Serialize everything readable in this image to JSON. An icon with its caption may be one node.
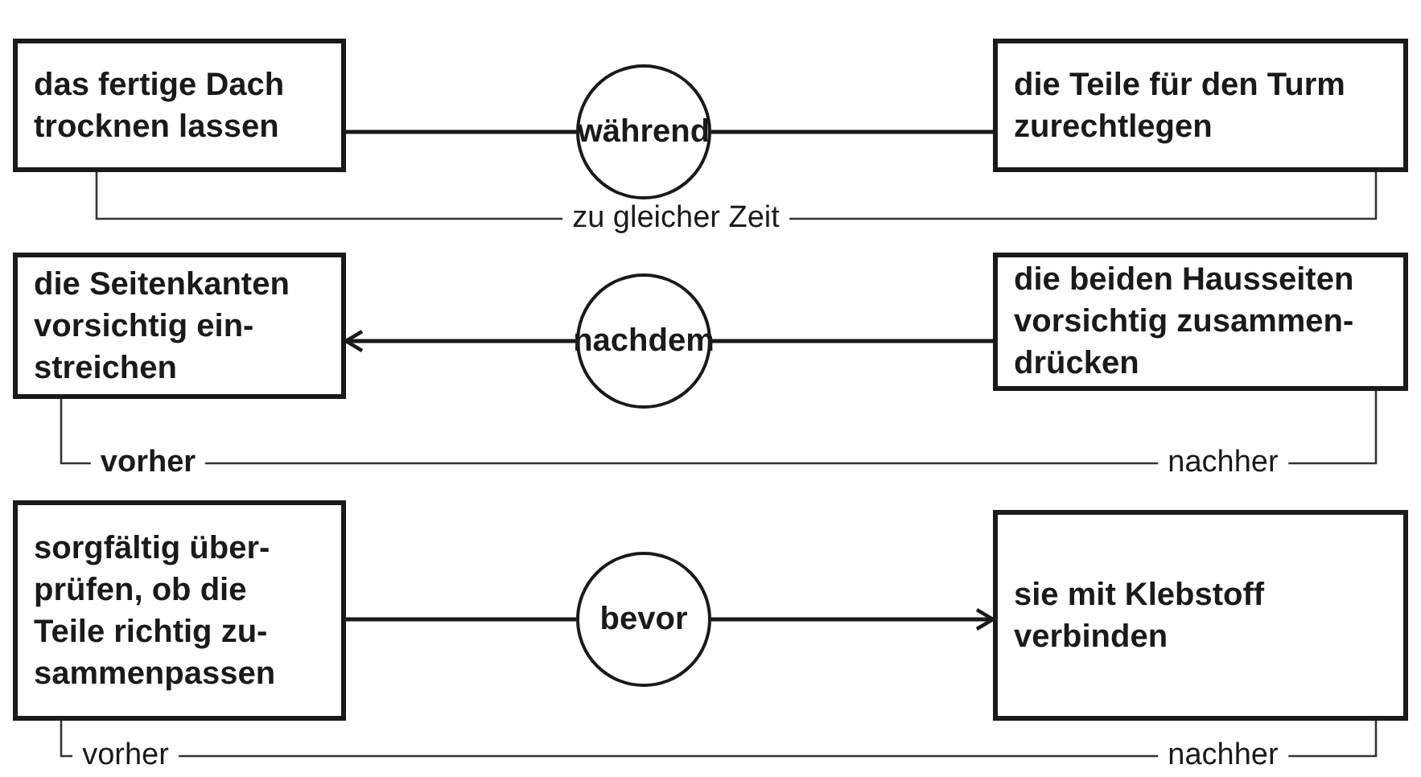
{
  "diagram": {
    "nodes": [
      {
        "text": [
          "das fertige Dach trocknen lassen"
        ]
      },
      {
        "text": [
          "während"
        ]
      },
      {
        "text": [
          "die Teile für den Turm zurechtlegen"
        ]
      },
      {
        "text": [
          "die Seitenkanten vorsichtig ein- streichen"
        ]
      },
      {
        "text": [
          "nachdem"
        ]
      },
      {
        "text": [
          "die beiden Hausseiten vorsichtig zusammen- drücken"
        ]
      },
      {
        "text": [
          "sorgfältig über- prüfen, ob die Teile richtig zu- sammenpassen"
        ]
      },
      {
        "text": [
          "bevor"
        ]
      },
      {
        "text": [
          "sie mit Klebstoff verbinden"
        ]
      }
    ],
    "edges": [
      {
        "from": 0,
        "to": 1,
        "arrow": "none"
      },
      {
        "from": 1,
        "to": 2,
        "arrow": "none"
      },
      {
        "from": 4,
        "to": 3,
        "arrow": "to"
      },
      {
        "from": 4,
        "to": 5,
        "arrow": "none"
      },
      {
        "from": 6,
        "to": 7,
        "arrow": "none"
      },
      {
        "from": 7,
        "to": 8,
        "arrow": "to"
      }
    ],
    "labels": [
      "zu gleicher Zeit",
      "vorher",
      "nachher",
      "vorher",
      "nachher"
    ]
  }
}
